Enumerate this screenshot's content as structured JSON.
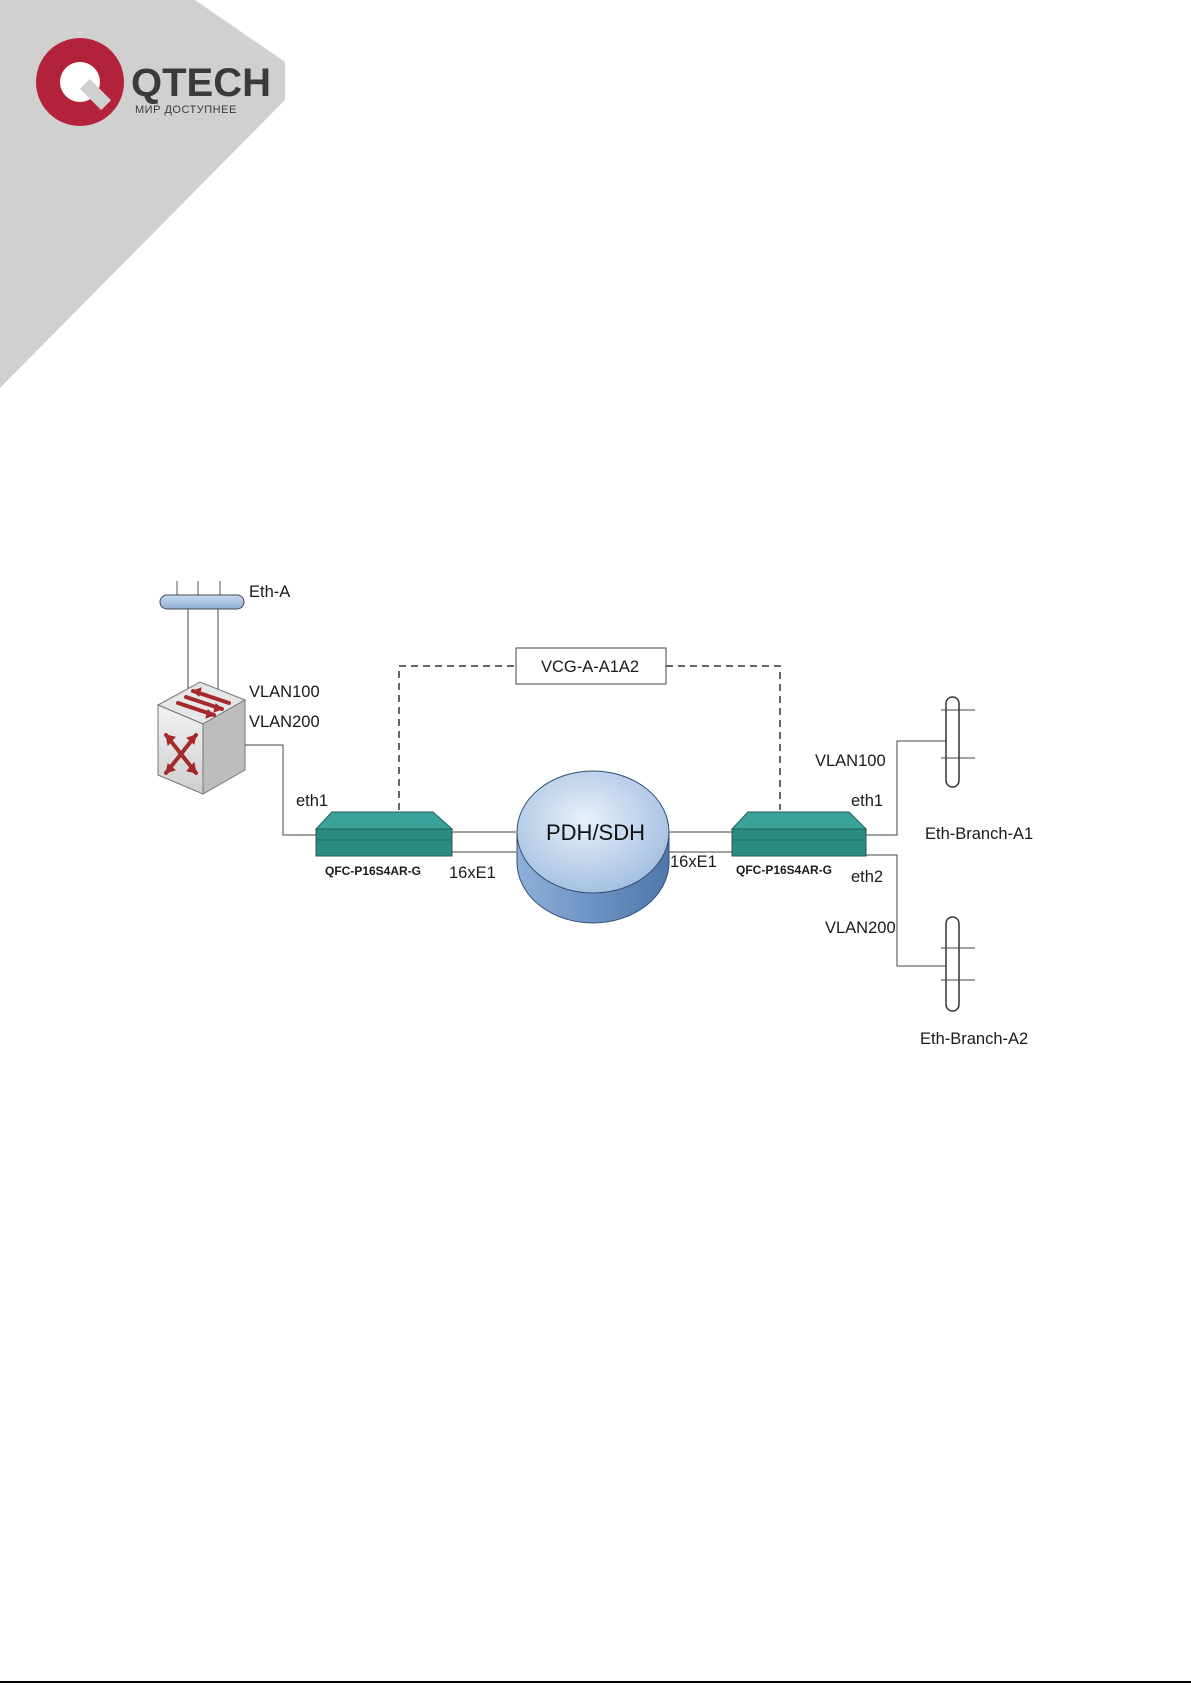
{
  "logo": {
    "brand": "QTECH",
    "tagline": "МИР ДОСТУПНЕЕ",
    "brand_color": "#b2223a",
    "corner_color": "#d0d0d0"
  },
  "diagram": {
    "eth_a": "Eth-A",
    "vlan100_left": "VLAN100",
    "vlan200_left": "VLAN200",
    "eth1_left": "eth1",
    "vcg": "VCG-A-A1A2",
    "cloud": "PDH/SDH",
    "device_left": "QFC-P16S4AR-G",
    "device_right": "QFC-P16S4AR-G",
    "link_left": "16xE1",
    "link_right": "16xE1",
    "vlan100_right": "VLAN100",
    "eth1_right": "eth1",
    "eth2_right": "eth2",
    "vlan200_right": "VLAN200",
    "branch_a1": "Eth-Branch-A1",
    "branch_a2": "Eth-Branch-A2",
    "device_color": "#2a8a84",
    "cloud_color": "#7aa0cc",
    "switch_arrow_color": "#a52a2a"
  }
}
